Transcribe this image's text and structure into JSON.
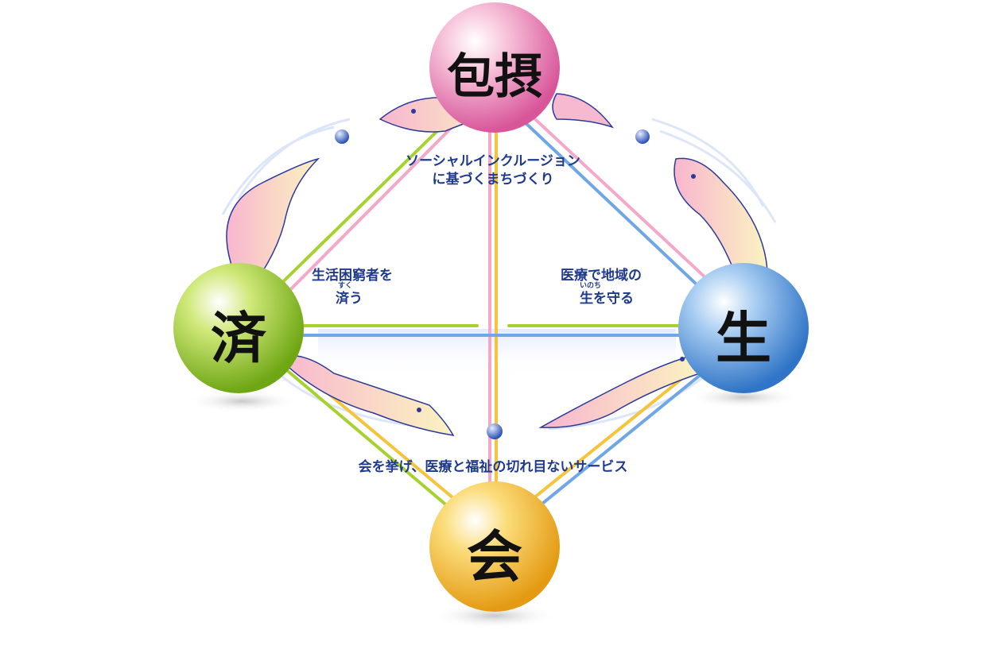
{
  "nodes": {
    "top": {
      "label": "包摂",
      "color": "#f4a7c9"
    },
    "left": {
      "label": "済",
      "color": "#a7d12f"
    },
    "right": {
      "label": "生",
      "color": "#5b9ede"
    },
    "bottom": {
      "label": "会",
      "color": "#f6c43b"
    }
  },
  "captions": {
    "top_line1": "ソーシャルインクルージョン",
    "top_line2": "に基づくまちづくり",
    "left_line1": "生活困窮者を",
    "left_line2": "済う",
    "left_ruby": "すく",
    "right_line1": "医療で地域の",
    "right_line2": "生を守る",
    "right_ruby": "いのち",
    "bottom": "会を挙げ、医療と福祉の切れ目ないサービス"
  },
  "colors": {
    "caption_text": "#1f3a8a",
    "line_pink": "#f4a7c9",
    "line_green": "#a7d12f",
    "line_blue": "#6fa6e6",
    "line_orange": "#f6c43b",
    "bird_fill": "#fbf3c4",
    "bird_tail": "#f6b9cf",
    "bird_outline": "#2b3a9a"
  }
}
